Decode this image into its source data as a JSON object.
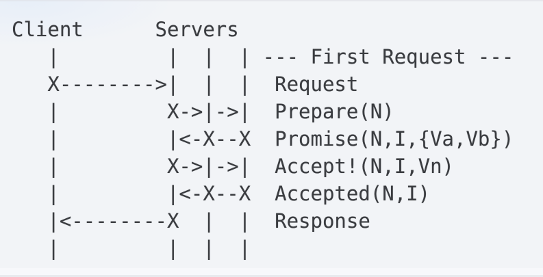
{
  "colors": {
    "background": "#f2f4f7",
    "text": "#3a3c40"
  },
  "ascii": {
    "actors": {
      "client": "Client",
      "servers": "Servers"
    },
    "section_label": "--- First Request ---",
    "messages": [
      "Request",
      "Prepare(N)",
      "Promise(N,I,{Va,Vb})",
      "Accept!(N,I,Vn)",
      "Accepted(N,I)",
      "Response"
    ],
    "lines": [
      "Client      Servers",
      "   |         |  |  | --- First Request ---",
      "   X-------->|  |  |  Request",
      "   |         X->|->|  Prepare(N)",
      "   |         |<-X--X  Promise(N,I,{Va,Vb})",
      "   |         X->|->|  Accept!(N,I,Vn)",
      "   |         |<-X--X  Accepted(N,I)",
      "   |<--------X  |  |  Response",
      "   |         |  |  |"
    ]
  }
}
